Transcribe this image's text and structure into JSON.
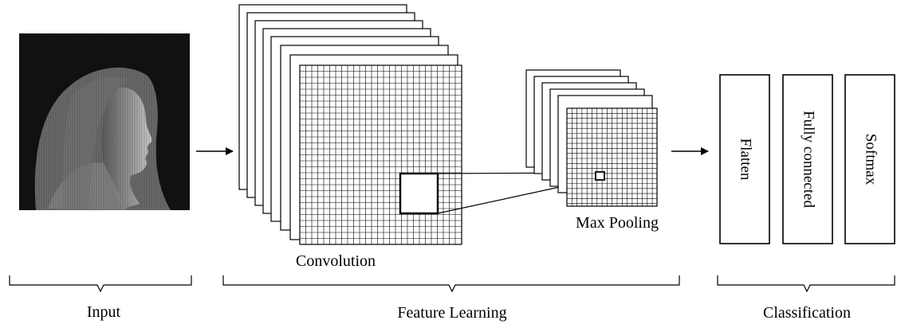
{
  "labels": {
    "convolution": "Convolution",
    "max_pooling": "Max Pooling",
    "input_group": "Input",
    "feature_learning_group": "Feature Learning",
    "classification_group": "Classification"
  },
  "classification_blocks": [
    {
      "label": "Flatten"
    },
    {
      "label": "Fully connected"
    },
    {
      "label": "Softmax"
    }
  ],
  "input_image": {
    "description_icon": "portrait-photo"
  }
}
